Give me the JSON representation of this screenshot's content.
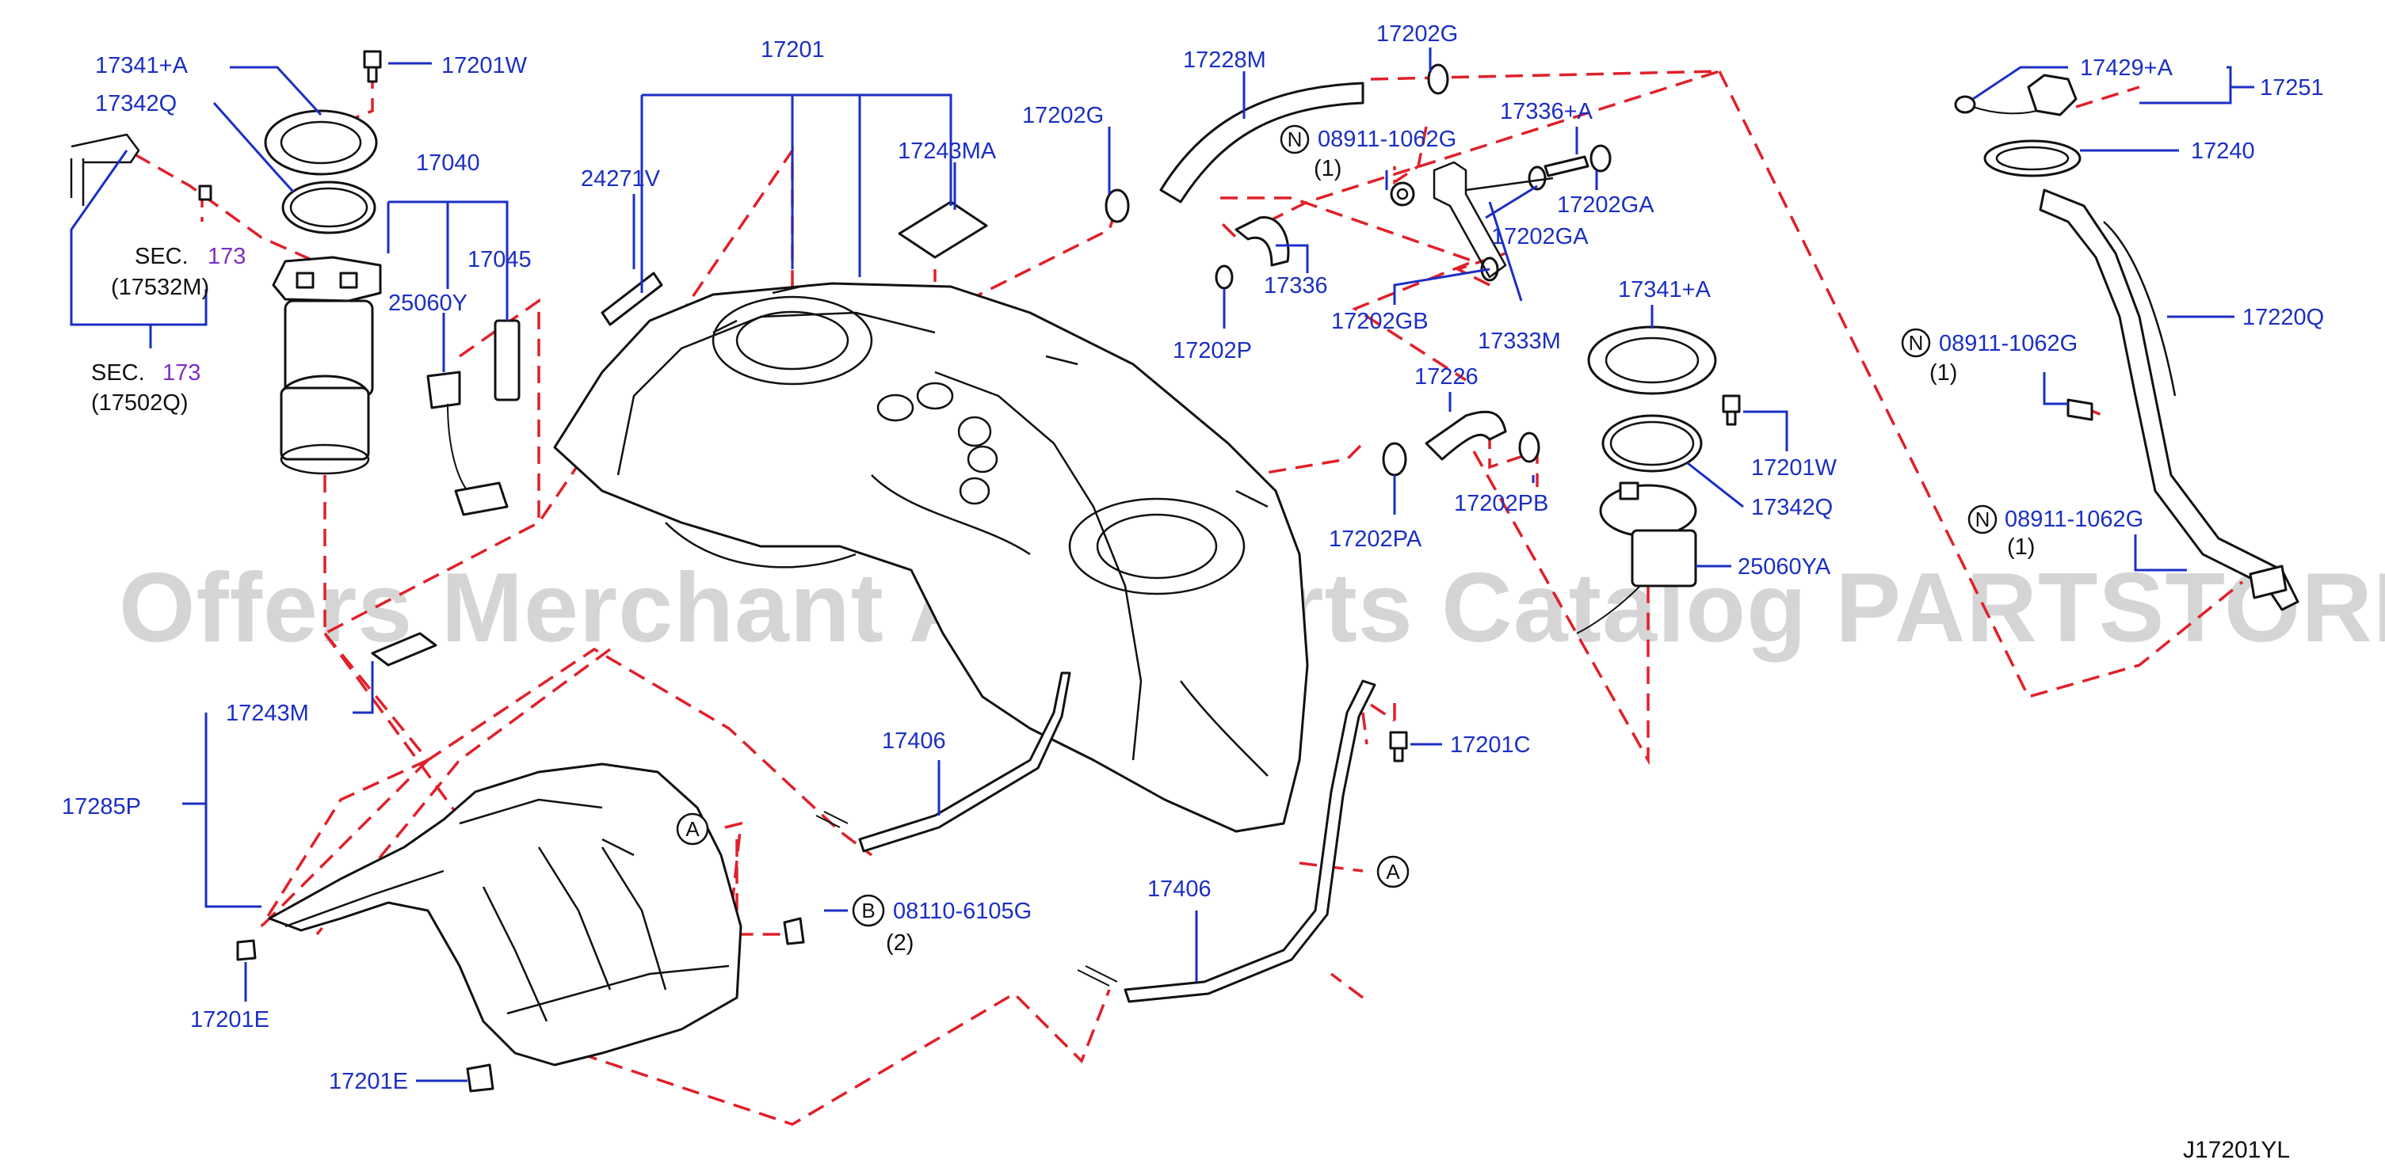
{
  "diagram": {
    "code": "J17201YL",
    "watermark": "Offers Merchant Auto Parts Catalog PARTSTORE.SA",
    "colors": {
      "label": "#1b2fc4",
      "dashed": "#e0202a",
      "outline": "#111111",
      "sec_number": "#7a2fc7",
      "watermark": "#c8c8c8"
    },
    "labels": {
      "p17201": "17201",
      "p17341A_left": "17341+A",
      "p17201W_top": "17201W",
      "p17342Q_left": "17342Q",
      "p17040": "17040",
      "p17045": "17045",
      "p25060Y": "25060Y",
      "p24271V": "24271V",
      "p17243MA": "17243MA",
      "p17228M": "17228M",
      "p17202G_top": "17202G",
      "p17202G_left": "17202G",
      "n_08911_1062G_a": "08911-1062G",
      "qty_1_a": "(1)",
      "p17336A": "17336+A",
      "p17202GA_1": "17202GA",
      "p17202GA_2": "17202GA",
      "p17336": "17336",
      "p17202P": "17202P",
      "p17202GB": "17202GB",
      "p17333M": "17333M",
      "p17341A_right": "17341+A",
      "p17226": "17226",
      "p17201W_right": "17201W",
      "p17202PB": "17202PB",
      "p17342Q_right": "17342Q",
      "p17202PA": "17202PA",
      "p25060YA": "25060YA",
      "p17429A": "17429+A",
      "p17251": "17251",
      "p17240": "17240",
      "n_08911_1062G_b": "08911-1062G",
      "qty_1_b": "(1)",
      "p17220Q": "17220Q",
      "n_08911_1062G_c": "08911-1062G",
      "qty_1_c": "(1)",
      "p17243M": "17243M",
      "p17285P": "17285P",
      "p17406_upper": "17406",
      "p17406_lower": "17406",
      "p17201C": "17201C",
      "b_08110_6105G": "08110-6105G",
      "qty_2": "(2)",
      "p17201E_1": "17201E",
      "p17201E_2": "17201E",
      "sec1": "SEC.",
      "sec1_num": "173",
      "sec1_ref": "(17532M)",
      "sec2": "SEC.",
      "sec2_num": "173",
      "sec2_ref": "(17502Q)",
      "circle_N": "N",
      "circle_A": "A",
      "circle_B": "B"
    }
  }
}
